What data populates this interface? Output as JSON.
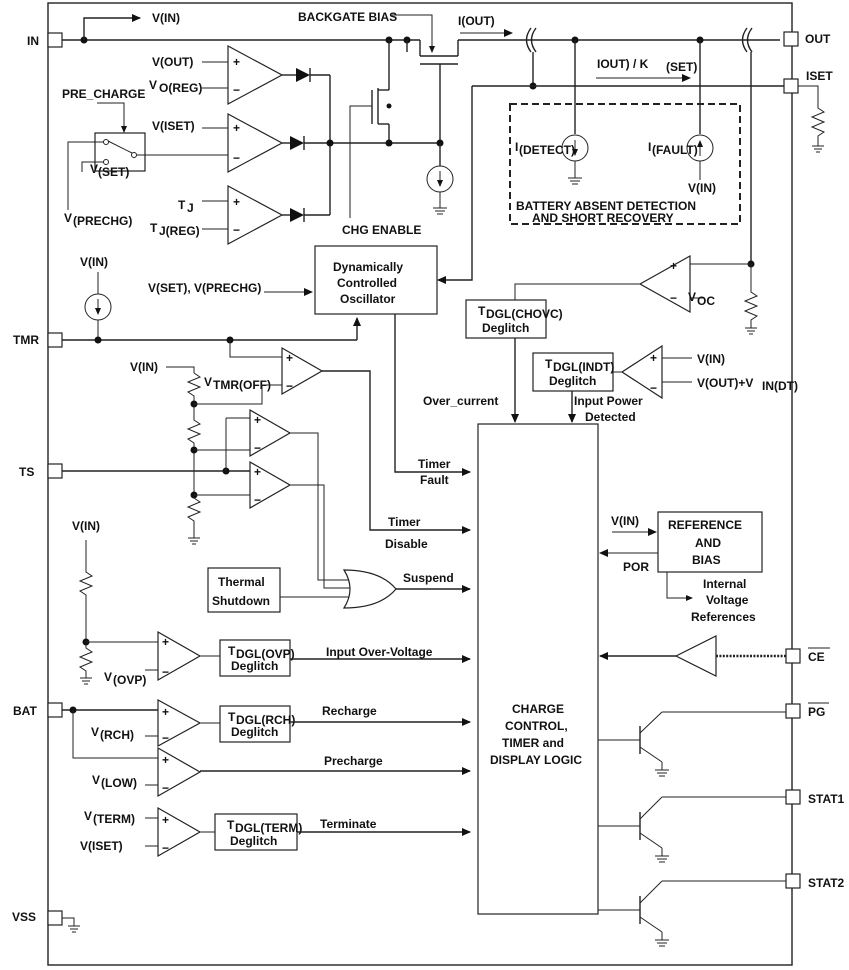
{
  "pins": {
    "in": "IN",
    "out": "OUT",
    "iset": "ISET",
    "tmr": "TMR",
    "ts": "TS",
    "bat": "BAT",
    "vss": "VSS",
    "ce": "CE",
    "pg": "PG",
    "stat1": "STAT1",
    "stat2": "STAT2"
  },
  "labels": {
    "vin_top": "V(IN)",
    "backgate": "BACKGATE BIAS",
    "iout": "I(OUT)",
    "iout_kset": "IOUT) / K",
    "kset_sub": "(SET)",
    "vout": "V(OUT)",
    "voreg": "V",
    "voreg_sub": "O(REG)",
    "pre_charge": "PRE_CHARGE",
    "viset_amp": "V(ISET)",
    "vset": "V",
    "vset_sub": "(SET)",
    "vprechg": "V",
    "vprechg_sub": "(PRECHG)",
    "tj": "T",
    "tj_sub": "J",
    "tjreg": "T",
    "tjreg_sub": "J(REG)",
    "chg_enable": "CHG ENABLE",
    "idetect": "I",
    "idetect_sub": "(DETECT)",
    "ifault": "I",
    "ifault_sub": "(FAULT)",
    "vin_fault": "V(IN)",
    "battery_absent_1": "BATTERY ABSENT DETECTION",
    "battery_absent_2": "AND SHORT RECOVERY",
    "vin_tmr": "V(IN)",
    "osc_inputs": "V(SET), V(PRECHG)",
    "osc_1": "Dynamically",
    "osc_2": "Controlled",
    "osc_3": "Oscillator",
    "voc": "V",
    "voc_sub": "OC",
    "tdgl": "T",
    "chovc_sub": "DGL(CHOVC)",
    "deglitch": "Deglitch",
    "indt_sub": "DGL(INDT)",
    "vin_indt": "V(IN)",
    "vout_vindt": "V(OUT)+V",
    "vindt_sub": "IN(DT)",
    "over_current": "Over_current",
    "input_power_1": "Input Power",
    "input_power_2": "Detected",
    "vin_tmroff": "V(IN)",
    "vtmroff": "V",
    "vtmroff_sub": "TMR(OFF)",
    "timer_fault_1": "Timer",
    "timer_fault_2": "Fault",
    "timer_disable_1": "Timer",
    "timer_disable_2": "Disable",
    "vin_ref": "V(IN)",
    "ref_1": "REFERENCE",
    "ref_2": "AND",
    "ref_3": "BIAS",
    "por": "POR",
    "int_ref_1": "Internal",
    "int_ref_2": "Voltage",
    "int_ref_3": "References",
    "thermal_1": "Thermal",
    "thermal_2": "Shutdown",
    "suspend": "Suspend",
    "vin_ovp_div": "V(IN)",
    "vovp": "V",
    "vovp_sub": "(OVP)",
    "ovp_sub": "DGL(OVP)",
    "input_ovp": "Input Over-Voltage",
    "vrch": "V",
    "vrch_sub": "(RCH)",
    "rch_sub": "DGL(RCH)",
    "recharge": "Recharge",
    "vlow": "V",
    "vlow_sub": "(LOW)",
    "precharge": "Precharge",
    "vterm": "V",
    "vterm_sub": "(TERM)",
    "viset_term": "V(ISET)",
    "term_sub": "DGL(TERM)",
    "terminate": "Terminate",
    "ccl_1": "CHARGE",
    "ccl_2": "CONTROL,",
    "ccl_3": "TIMER and",
    "ccl_4": "DISPLAY LOGIC"
  }
}
